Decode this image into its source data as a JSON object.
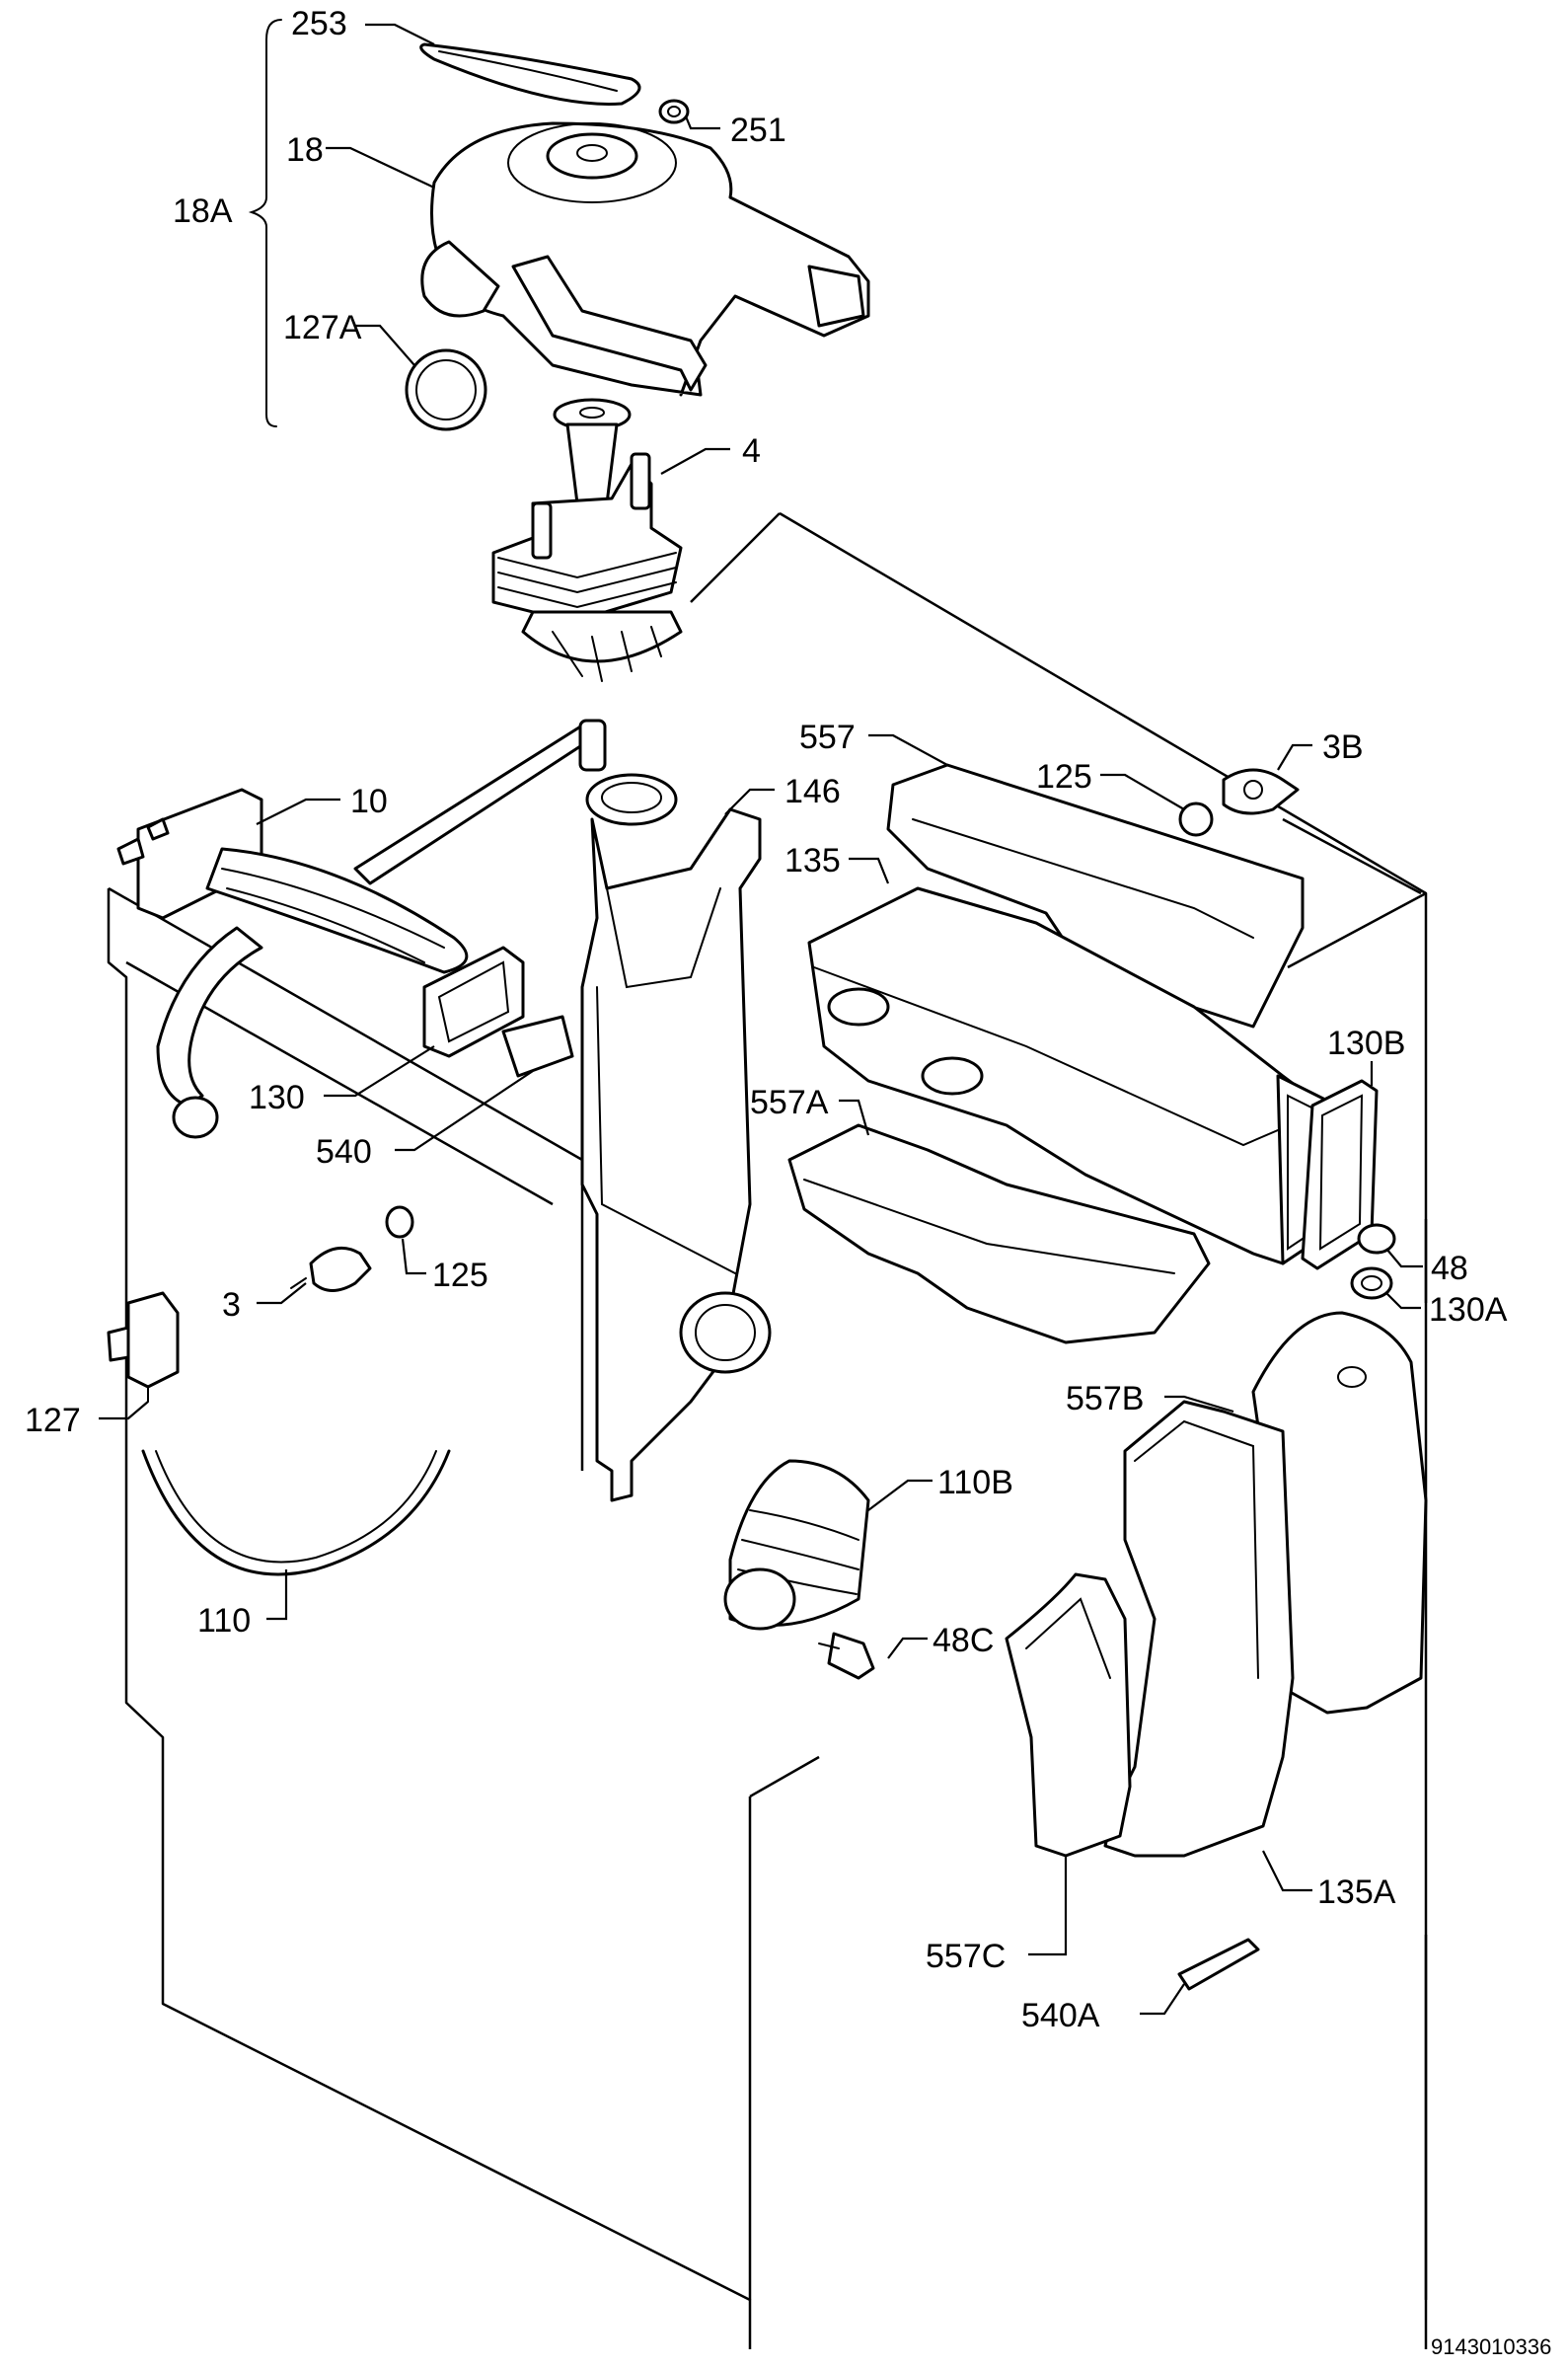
{
  "diagram": {
    "document_code": "9143010336",
    "parts": {
      "p253": "253",
      "p251": "251",
      "p18": "18",
      "p18a": "18A",
      "p127a": "127A",
      "p4": "4",
      "p557": "557",
      "p125_top": "125",
      "p3b": "3B",
      "p10": "10",
      "p146": "146",
      "p135": "135",
      "p130": "130",
      "p540": "540",
      "p557a": "557A",
      "p130b": "130B",
      "p125_mid": "125",
      "p3": "3",
      "p48": "48",
      "p130a": "130A",
      "p127": "127",
      "p557b": "557B",
      "p110b": "110B",
      "p110": "110",
      "p48c": "48C",
      "p135a": "135A",
      "p557c": "557C",
      "p540a": "540A"
    }
  }
}
